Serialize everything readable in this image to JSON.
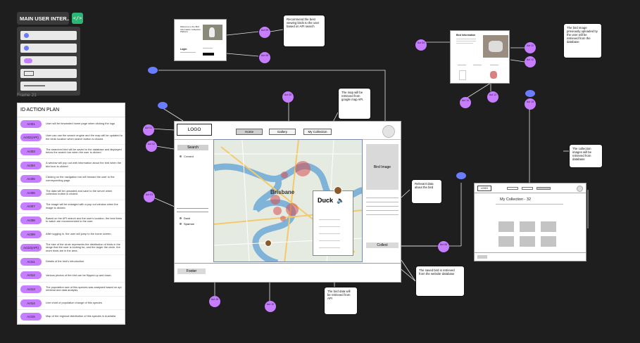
{
  "header": {
    "title": "MAIN USER INTER...",
    "code_icon": "</>"
  },
  "frame_label": "Frame 21",
  "action_plan": {
    "title": "ID ACTION PLAN",
    "rows": [
      {
        "id": "Act01",
        "text": "User will be forwarded home page when clicking the logo"
      },
      {
        "id": "Act02(API)",
        "text": "User can use the search engine and the map will be updated to the birds location when search button is clicked"
      },
      {
        "id": "Act03",
        "text": "The searched bird will be saved to the database and displayed below the search bar when the user is clicked"
      },
      {
        "id": "Act04",
        "text": "A window will pop out with information about the bird when the bird icon is clicked"
      },
      {
        "id": "Act05",
        "text": "Clicking on the navigation bar will forward the user to the corresponding page"
      },
      {
        "id": "Act06",
        "text": "The data will be uploaded and save to the server when collection button is clicked"
      },
      {
        "id": "Act07",
        "text": "The image will be enlarged with a pop out window when the image is clicked."
      },
      {
        "id": "Act08",
        "text": "Based on the API search and the user's location, the best birds to watch are recommended to the user."
      },
      {
        "id": "Act09",
        "text": "After logging in, the user will jump to the home screen."
      },
      {
        "id": "Act10(API)",
        "text": "The size of the circle represents the distribution of birds in the range that the user is looking for, and the larger the circle, the more birds are in the area"
      },
      {
        "id": "Act11",
        "text": "Details of the bird's introduction."
      },
      {
        "id": "Act12",
        "text": "Various photos of the bird can be flipped up and down"
      },
      {
        "id": "Act13",
        "text": "The population size of this species was analysed based on api retrieval and data analysis."
      },
      {
        "id": "Act14",
        "text": "Line chart of population change of this species"
      },
      {
        "id": "Act15",
        "text": "Map of the regional distribution of this species in Australia"
      }
    ]
  },
  "bubbles": {
    "recommend": "Recommend the best viewing birds to the user based on API search",
    "map_api": "The map will be retrieved from google map API.",
    "bird_image_db": "The bird image previously uploaded by the user will be retrieved from the database",
    "collection_db": "The collection images will be retrieved from database",
    "relevant_data": "Relevant data about the bird",
    "saved_bird": "The saved bird is retrieved from the website database",
    "bird_data_api": "The bird data will be retrieved from API"
  },
  "dots": {
    "d_login_a": "Act 09",
    "d_login_b": "Act 08",
    "d_nav": "Act 05",
    "d_logo": "Act 01",
    "d_search": "Act 02",
    "d_list": "Act 03",
    "d_map": "Act 10",
    "d_collect": "Act 06",
    "d_footer": "Act 16",
    "d_bird": "Act 04",
    "d_detail_a": "Act 11",
    "d_detail_b": "Act 12",
    "d_detail_c": "Act 13",
    "d_detail_d": "Act 14",
    "d_detail_e": "Act 15"
  },
  "main_ui": {
    "logo": "LOGO",
    "nav": [
      "Home",
      "Gallery",
      "My Collection"
    ],
    "search_label": "Search",
    "search_result": "Crested",
    "legend": [
      "Duck",
      "Sparrow"
    ],
    "map_city": "Brisbane",
    "popup_title": "Duck",
    "speaker_icon": "🔈",
    "bird_image_label": "Bird Image",
    "collect_label": "Collect",
    "footer_label": "Footer"
  },
  "collection_ui": {
    "logo": "LOGO",
    "title": "My Collection - 32"
  },
  "login_thumb": {
    "heading": "Welcome to the Bird Information Collection Platform",
    "login": "Login"
  },
  "detail_thumb": {
    "heading": "Bird Information"
  },
  "colors": {
    "badge": "#c77dff",
    "accent_blue": "#6a7cff",
    "code_green": "#2bb673"
  }
}
